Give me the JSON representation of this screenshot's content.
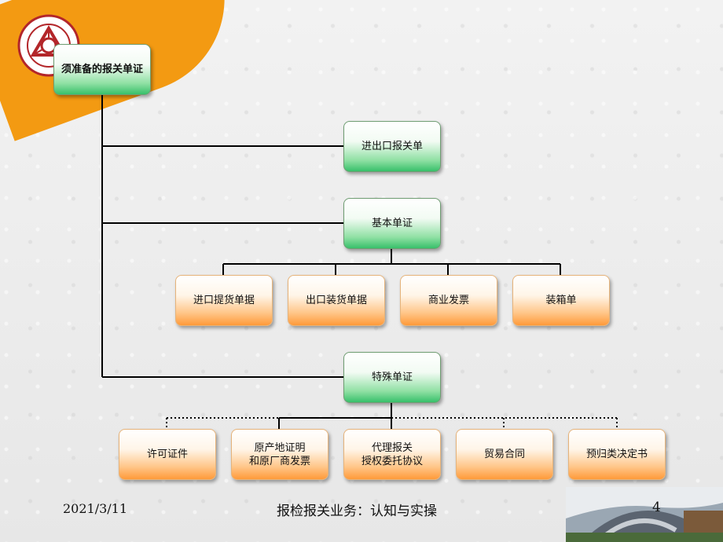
{
  "diagram": {
    "root": "须准备的报关单证",
    "level1": {
      "import_export_declaration": "进出口报关单",
      "basic_documents": "基本单证",
      "special_documents": "特殊单证"
    },
    "basic_children": [
      "进口提货单据",
      "出口装货单据",
      "商业发票",
      "装箱单"
    ],
    "special_children": [
      "许可证件",
      [
        "原产地证明",
        "和原厂商发票"
      ],
      [
        "代理报关",
        "授权委托协议"
      ],
      "贸易合同",
      "预归类决定书"
    ]
  },
  "footer": {
    "date": "2021/3/11",
    "title": "报检报关业务：认知与实操",
    "page_number": "4"
  },
  "colors": {
    "accent_orange": "#f39a12",
    "green_box": "#38c06b",
    "orange_box": "#ff9a3a",
    "logo_red": "#b3262a"
  }
}
